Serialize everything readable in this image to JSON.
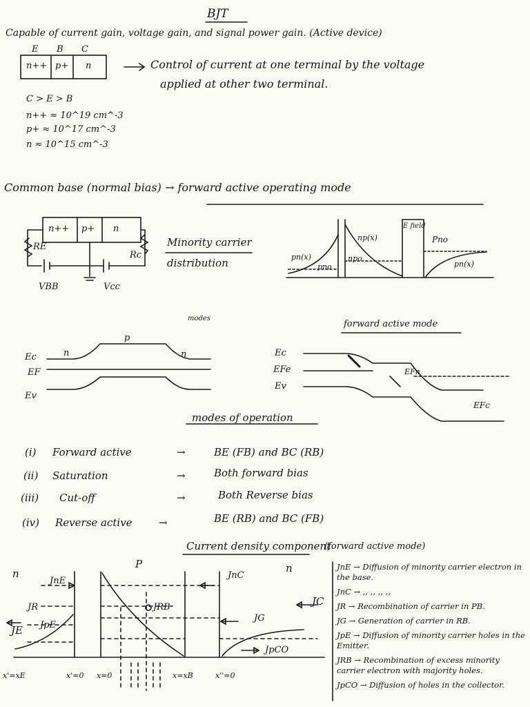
{
  "title": "BJT",
  "intro": {
    "line1": "Capable of current gain, voltage gain, and signal power gain. (Active device)",
    "terminal_letters": [
      "E",
      "B",
      "C"
    ],
    "regions": [
      "n++",
      "p+",
      "n"
    ],
    "control_line1": "Control of current at one terminal by the voltage",
    "control_line2": "applied at other two terminal.",
    "doping_order": "C > E > B",
    "doping": [
      "n++ ≈ 10^19 cm^-3",
      "p+ ≈ 10^17 cm^-3",
      "n ≈ 10^15 cm^-3"
    ]
  },
  "common_base": {
    "heading": "Common base (normal bias) → forward active operating mode",
    "circuit_regions": [
      "n++",
      "p+",
      "n"
    ],
    "re_left": "RE",
    "re_right": "Rc",
    "vbb": "VBB",
    "vcc": "Vcc",
    "minority_label_1": "Minority carrier",
    "minority_label_2": "distribution",
    "dist_labels": [
      "pn(x)",
      "pno",
      "np(x)",
      "npo",
      "E field",
      "Pno",
      "pn(x)"
    ]
  },
  "bands": {
    "left_top_label": "modes",
    "right_title": "forward active mode",
    "left_labels": [
      "Ec",
      "EF",
      "Ev"
    ],
    "left_region_labels": [
      "n",
      "p",
      "n"
    ],
    "right_labels": [
      "Ec",
      "EFe",
      "Ev",
      "EFn",
      "EFc"
    ]
  },
  "modes": {
    "heading": "modes of operation",
    "rows": [
      {
        "num": "(i)",
        "name": "Forward active",
        "arrow": "→",
        "desc": "BE (FB) and BC (RB)"
      },
      {
        "num": "(ii)",
        "name": "Saturation",
        "arrow": "→",
        "desc": "Both forward bias"
      },
      {
        "num": "(iii)",
        "name": "Cut-off",
        "arrow": "→",
        "desc": "Both Reverse bias"
      },
      {
        "num": "(iv)",
        "name": "Reverse active",
        "arrow": "→",
        "desc": "BE (RB) and BC (FB)"
      }
    ]
  },
  "current": {
    "heading": "Current density component",
    "heading_paren": "(forward active mode)",
    "region_labels": [
      "n",
      "P",
      "n"
    ],
    "arrow_labels": [
      "JnE",
      "JR",
      "JpE",
      "JE",
      "JRB",
      "JnC",
      "JG",
      "JC",
      "JpCO"
    ],
    "axis_labels": [
      "x'=xE",
      "x'=0",
      "x=0",
      "x=xB",
      "x''=0"
    ],
    "legend": [
      "JnE → Diffusion of minority carrier electron in the base.",
      "JnC → ,, ,, ,, ,,",
      "JR → Recombination of carrier in PB.",
      "JG → Generation of carrier in RB.",
      "JpE → Diffusion of minority carrier holes in the Emitter.",
      "JRB → Recombination of excess minority carrier electron with majority holes.",
      "JpCO → Diffusion of holes in the collector."
    ]
  }
}
